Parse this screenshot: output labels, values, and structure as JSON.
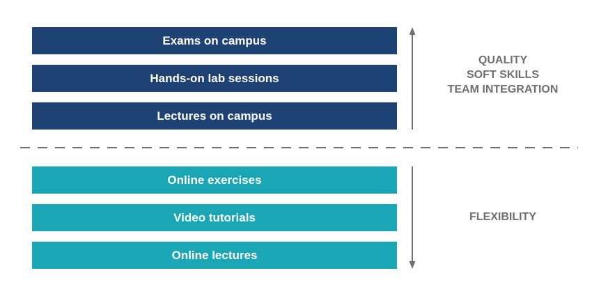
{
  "colors": {
    "campus": "#1f4274",
    "online": "#1aa6b4",
    "label": "#6f6f6f",
    "arrow": "#6f6f6f",
    "divider": "#6f6f6f"
  },
  "campus_items": [
    "Exams on campus",
    "Hands-on lab sessions",
    "Lectures on campus"
  ],
  "online_items": [
    "Online exercises",
    "Video tutorials",
    "Online lectures"
  ],
  "upper_labels": [
    "QUALITY",
    "SOFT SKILLS",
    "TEAM INTEGRATION"
  ],
  "lower_label": "FLEXIBILITY"
}
